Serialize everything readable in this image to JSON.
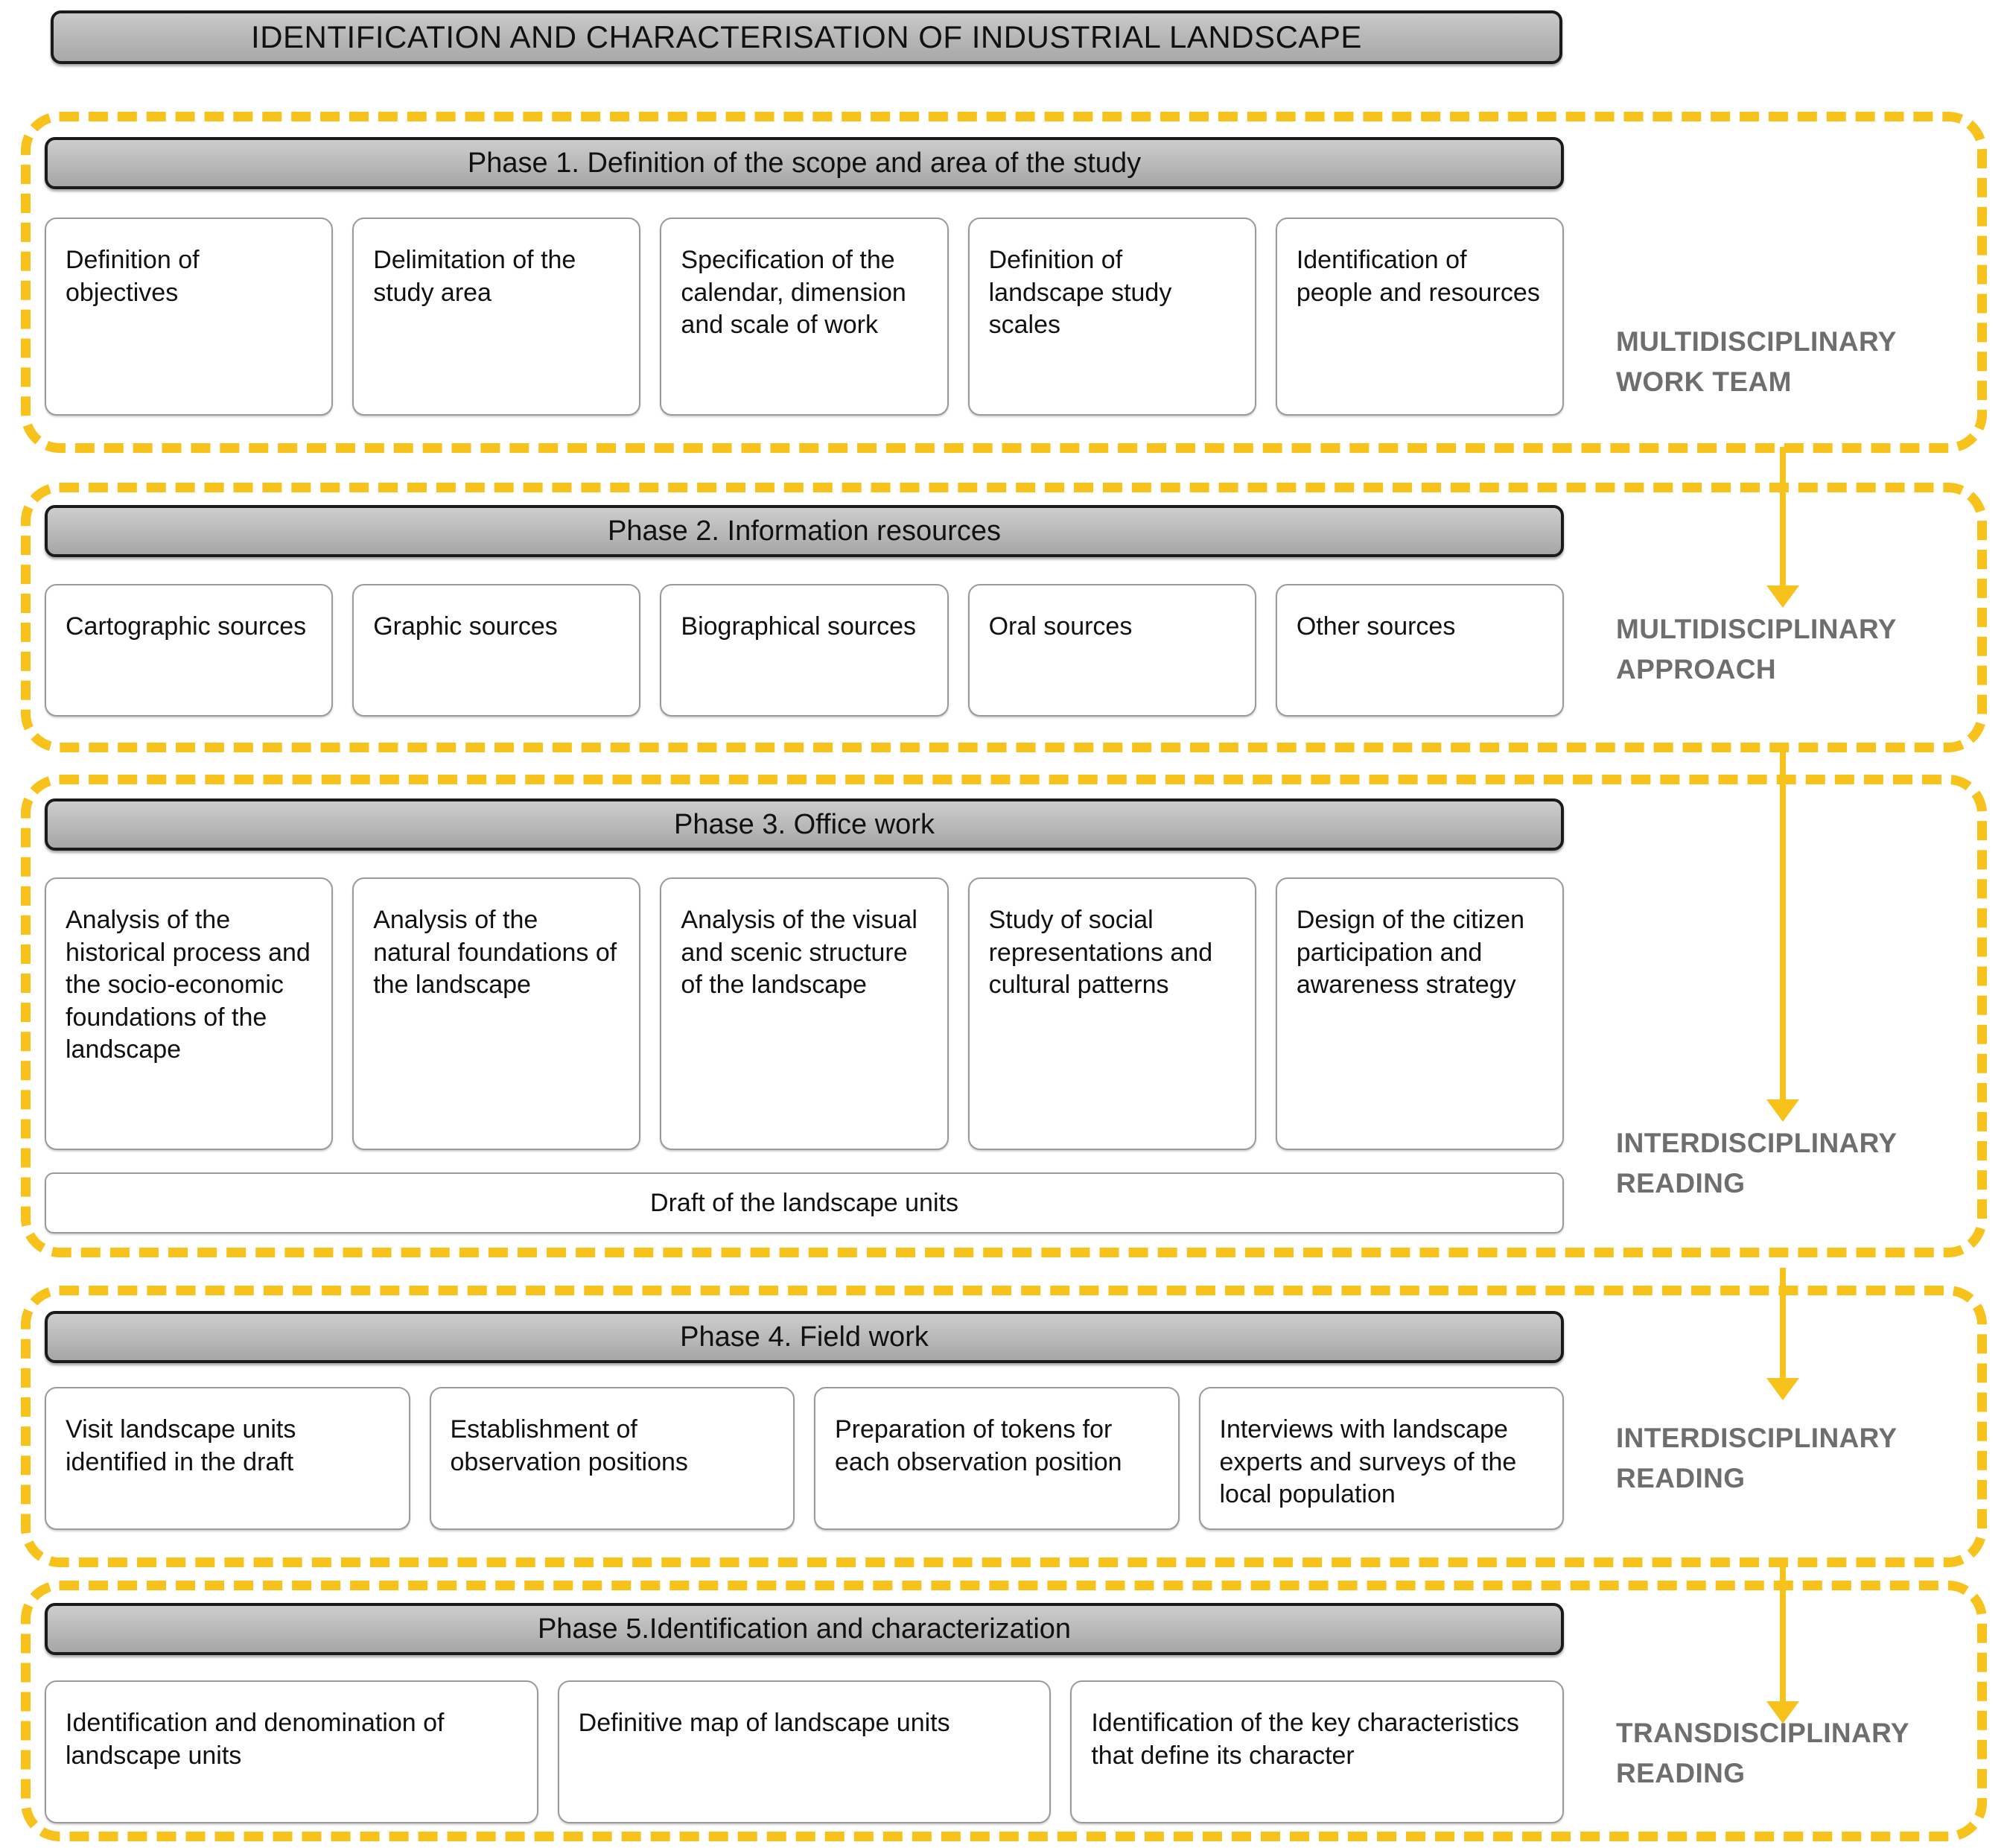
{
  "title": "IDENTIFICATION AND CHARACTERISATION OF INDUSTRIAL LANDSCAPE",
  "phases": [
    {
      "header": "Phase 1. Definition of the scope and area of the study",
      "items": [
        "Definition of objectives",
        "Delimitation of the study area",
        "Specification of the calendar, dimension and scale of work",
        "Definition of landscape study scales",
        "Identification of people and resources"
      ]
    },
    {
      "header": "Phase 2. Information resources",
      "items": [
        "Cartographic sources",
        "Graphic sources",
        "Biographical sources",
        "Oral sources",
        "Other sources"
      ]
    },
    {
      "header": "Phase 3. Office work",
      "items": [
        "Analysis of the historical process and the socio-economic foundations of the landscape",
        "Analysis of the natural foundations of the landscape",
        "Analysis of the visual and scenic structure of the landscape",
        "Study of social representations and cultural patterns",
        "Design of the citizen participation and awareness strategy"
      ],
      "footer": "Draft of the landscape units"
    },
    {
      "header": "Phase 4. Field work",
      "items": [
        "Visit landscape units identified in the draft",
        "Establishment of observation positions",
        "Preparation of tokens for each observation position",
        "Interviews with landscape experts and surveys of the local population"
      ]
    },
    {
      "header": "Phase 5.Identification and characterization",
      "items": [
        "Identification and denomination of landscape units",
        "Definitive map of landscape units",
        "Identification of the key characteristics that define its character"
      ]
    }
  ],
  "side_labels": [
    "MULTIDISCIPLINARY\nWORK TEAM",
    "MULTIDISCIPLINARY\nAPPROACH",
    "INTERDISCIPLINARY\nREADING",
    "INTERDISCIPLINARY\nREADING",
    "TRANSDISCIPLINARY\nREADING"
  ],
  "colors": {
    "accent_yellow": "#F7C21C",
    "header_grey": "#b9b9b9",
    "label_grey": "#6e6e6e",
    "box_border": "#9a9a9a",
    "text_black": "#111111"
  }
}
